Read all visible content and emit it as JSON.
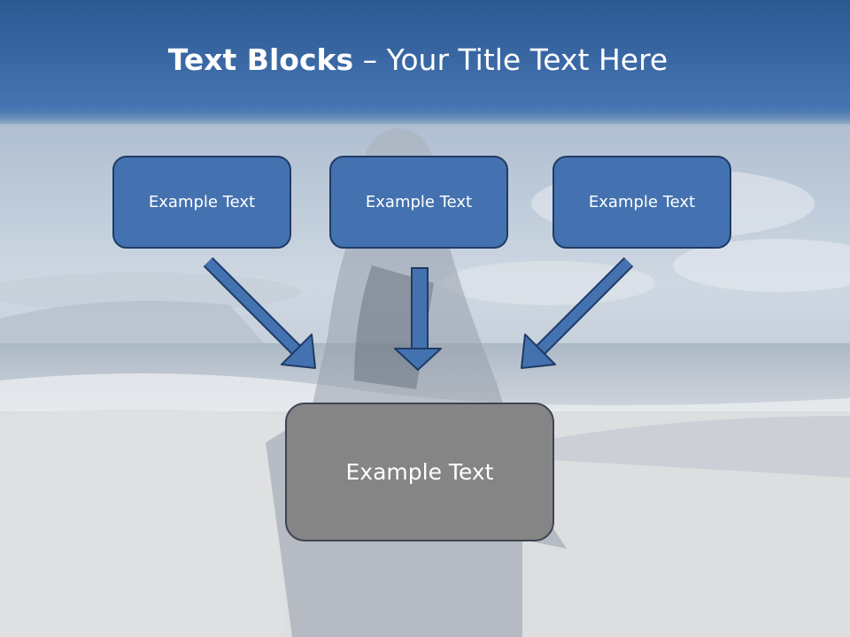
{
  "slide": {
    "title_bold": "Text Blocks",
    "title_separator": " – ",
    "title_rest": "Your Title Text Here"
  },
  "blocks": [
    {
      "label": "Example Text"
    },
    {
      "label": "Example Text"
    },
    {
      "label": "Example Text"
    }
  ],
  "main_block": {
    "label": "Example Text"
  },
  "colors": {
    "title_bar": "#3a6aa6",
    "block_fill": "#4472b0",
    "block_border": "#1f3b66",
    "main_fill": "#858585",
    "arrow_fill": "#4472b0"
  }
}
